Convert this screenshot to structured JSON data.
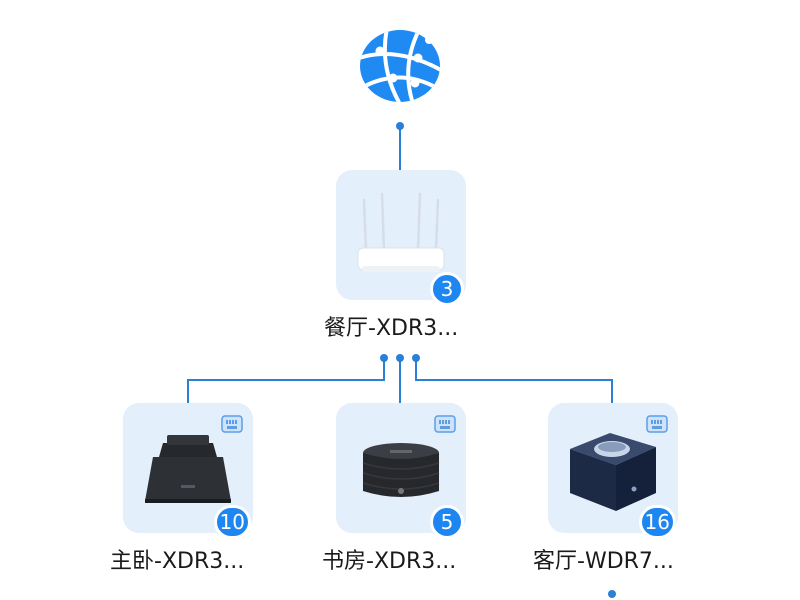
{
  "topology": {
    "internet": {
      "icon": "globe-icon"
    },
    "main_router": {
      "name": "餐厅-XDR3...",
      "client_count": "3",
      "icon": "router-icon"
    },
    "nodes": [
      {
        "name": "主卧-XDR3...",
        "client_count": "10",
        "icon": "wired-port-icon"
      },
      {
        "name": "书房-XDR3...",
        "client_count": "5",
        "icon": "wired-port-icon"
      },
      {
        "name": "客厅-WDR7...",
        "client_count": "16",
        "icon": "wired-port-icon"
      }
    ],
    "colors": {
      "accent": "#1e86f0",
      "card_bg": "#e4effc",
      "line": "#2a7fd8"
    }
  }
}
